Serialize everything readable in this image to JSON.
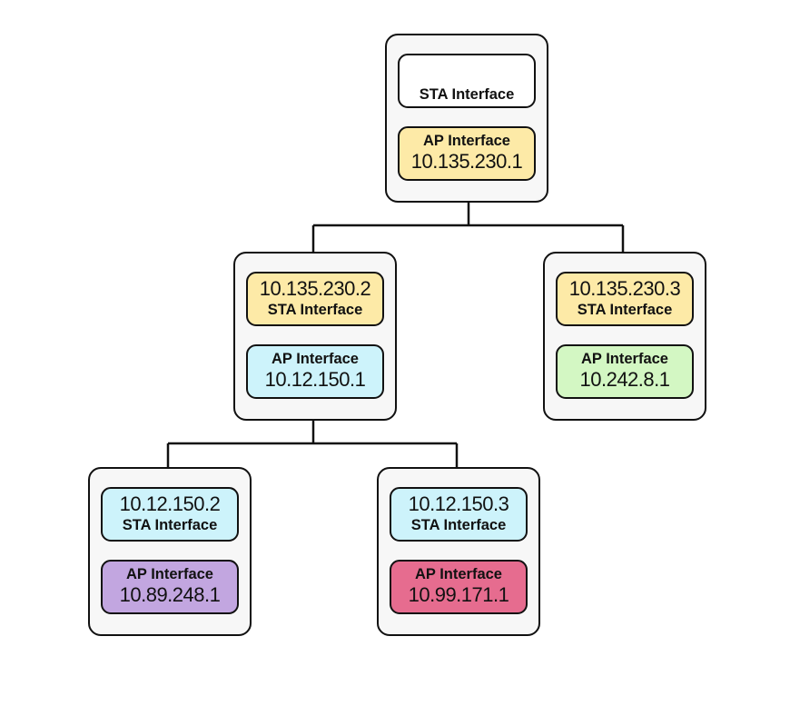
{
  "colors": {
    "node_bg": "#f7f7f7",
    "empty": "#ffffff",
    "yellow": "#fdeaa7",
    "cyan": "#cdf3fb",
    "green": "#d3f7c3",
    "purple": "#c2a6e0",
    "pink": "#e66c8f",
    "stroke": "#111111"
  },
  "nodes": {
    "root": {
      "sta": {
        "label": "STA Interface",
        "ip": ""
      },
      "ap": {
        "label": "AP Interface",
        "ip": "10.135.230.1"
      }
    },
    "mid_left": {
      "sta": {
        "label": "STA Interface",
        "ip": "10.135.230.2"
      },
      "ap": {
        "label": "AP Interface",
        "ip": "10.12.150.1"
      }
    },
    "mid_right": {
      "sta": {
        "label": "STA Interface",
        "ip": "10.135.230.3"
      },
      "ap": {
        "label": "AP Interface",
        "ip": "10.242.8.1"
      }
    },
    "leaf_left": {
      "sta": {
        "label": "STA Interface",
        "ip": "10.12.150.2"
      },
      "ap": {
        "label": "AP Interface",
        "ip": "10.89.248.1"
      }
    },
    "leaf_right": {
      "sta": {
        "label": "STA Interface",
        "ip": "10.12.150.3"
      },
      "ap": {
        "label": "AP Interface",
        "ip": "10.99.171.1"
      }
    }
  }
}
